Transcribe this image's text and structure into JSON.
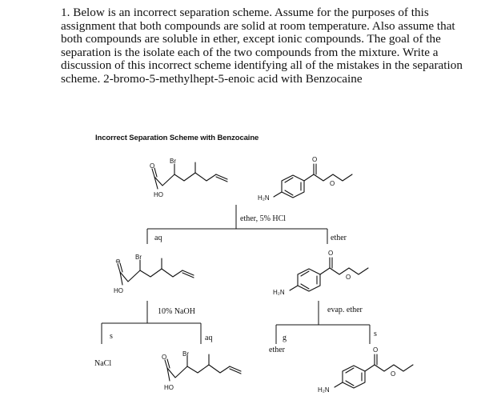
{
  "question": {
    "text": "1. Below is an incorrect separation scheme. Assume for the purposes of this assignment that both compounds are solid at room temperature. Also assume that both compounds are soluble in ether, except ionic compounds. The goal of the separation is the isolate each of the two compounds from the mixture. Write a discussion of this incorrect scheme identifying all of the mistakes in the separation scheme. 2-bromo-5-methylhept-5-enoic acid with Benzocaine"
  },
  "figure": {
    "title": "Incorrect Separation Scheme with Benzocaine",
    "labels": {
      "step1_reagent": "ether, 5% HCl",
      "aq_layer_1": "aq",
      "ether_layer_1": "ether",
      "step2_reagent": "10% NaOH",
      "aq_layer_2": "aq",
      "s_left": "s",
      "nacl": "NaCl",
      "evap_ether": "evap. ether",
      "g_label": "g",
      "ether_bottom": "ether",
      "s_right": "s"
    },
    "atoms": {
      "br": "Br",
      "o": "O",
      "ho": "HO",
      "o_minus": "⊖",
      "h2n": "H₂N"
    }
  }
}
